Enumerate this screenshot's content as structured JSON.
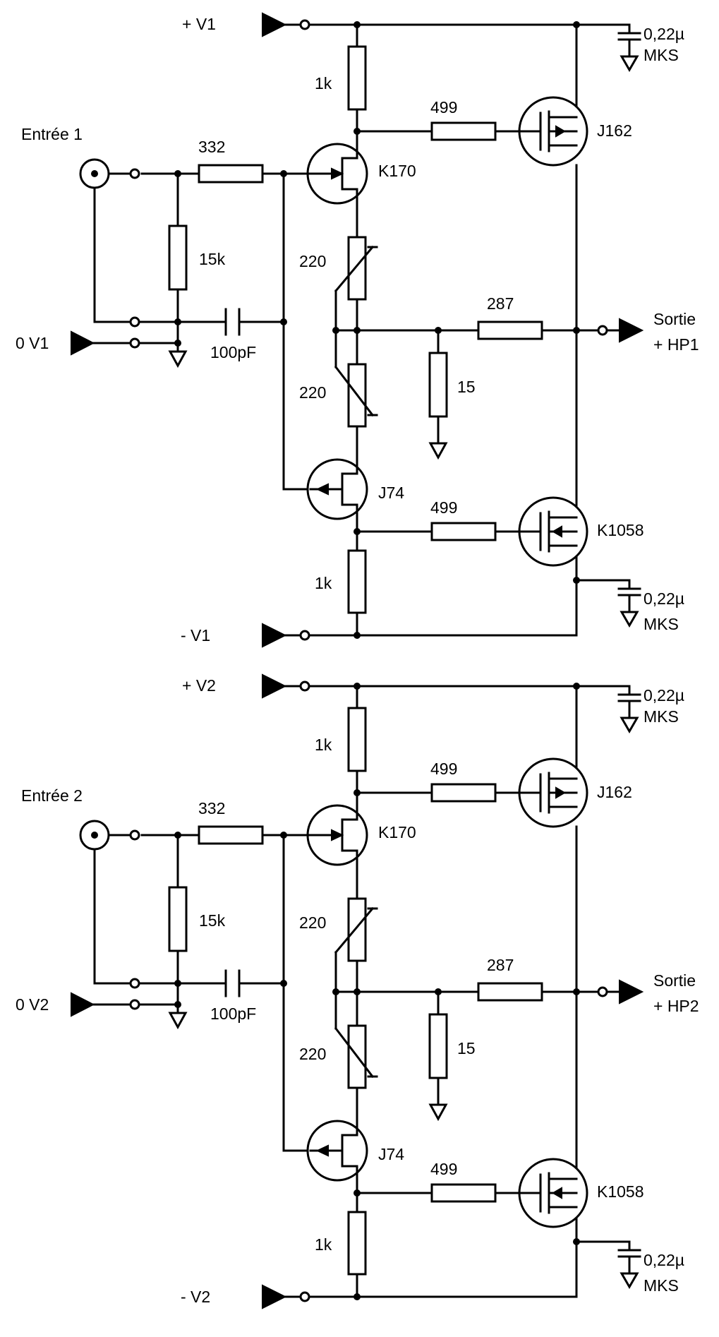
{
  "channels": [
    {
      "id": "1",
      "supply_pos": "+ V1",
      "supply_neg": "- V1",
      "ground": "0 V1",
      "input": "Entrée 1",
      "output_line1": "Sortie",
      "output_line2": "+ HP1",
      "r_series": "332",
      "r_shunt": "15k",
      "c_input": "100pF",
      "r_drain_top": "1k",
      "r_drain_bot": "1k",
      "trim_top": "220",
      "trim_bot": "220",
      "r_gate_top": "499",
      "r_gate_bot": "499",
      "r_feedback": "287",
      "r_ground": "15",
      "q_in_n": "K170",
      "q_in_p": "J74",
      "q_out_p": "J162",
      "q_out_n": "K1058",
      "c_decouple_value": "0,22µ",
      "c_decouple_type": "MKS"
    },
    {
      "id": "2",
      "supply_pos": "+ V2",
      "supply_neg": "- V2",
      "ground": "0 V2",
      "input": "Entrée 2",
      "output_line1": "Sortie",
      "output_line2": "+ HP2",
      "r_series": "332",
      "r_shunt": "15k",
      "c_input": "100pF",
      "r_drain_top": "1k",
      "r_drain_bot": "1k",
      "trim_top": "220",
      "trim_bot": "220",
      "r_gate_top": "499",
      "r_gate_bot": "499",
      "r_feedback": "287",
      "r_ground": "15",
      "q_in_n": "K170",
      "q_in_p": "J74",
      "q_out_p": "J162",
      "q_out_n": "K1058",
      "c_decouple_value": "0,22µ",
      "c_decouple_type": "MKS"
    }
  ]
}
